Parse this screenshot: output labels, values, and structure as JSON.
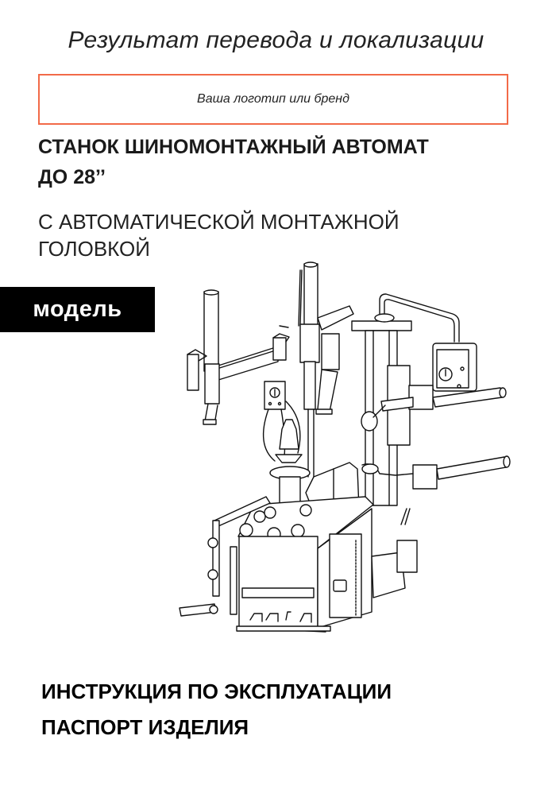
{
  "header": {
    "title": "Результат перевода и локализации",
    "logo_placeholder": "Ваша логотип или бренд",
    "accent_color": "#f26a48"
  },
  "product": {
    "title_line1": "СТАНОК ШИНОМОНТАЖНЫЙ АВТОМАТ",
    "title_line2": "ДО 28’’",
    "subtitle_line1": "С АВТОМАТИЧЕСКОЙ МОНТАЖНОЙ",
    "subtitle_line2": "ГОЛОВКОЙ",
    "model_label": "модель",
    "illustration": "tire-changer-machine-line-drawing"
  },
  "footer": {
    "line1": "ИНСТРУКЦИЯ ПО ЭКСПЛУАТАЦИИ",
    "line2": "ПАСПОРТ ИЗДЕЛИЯ"
  }
}
